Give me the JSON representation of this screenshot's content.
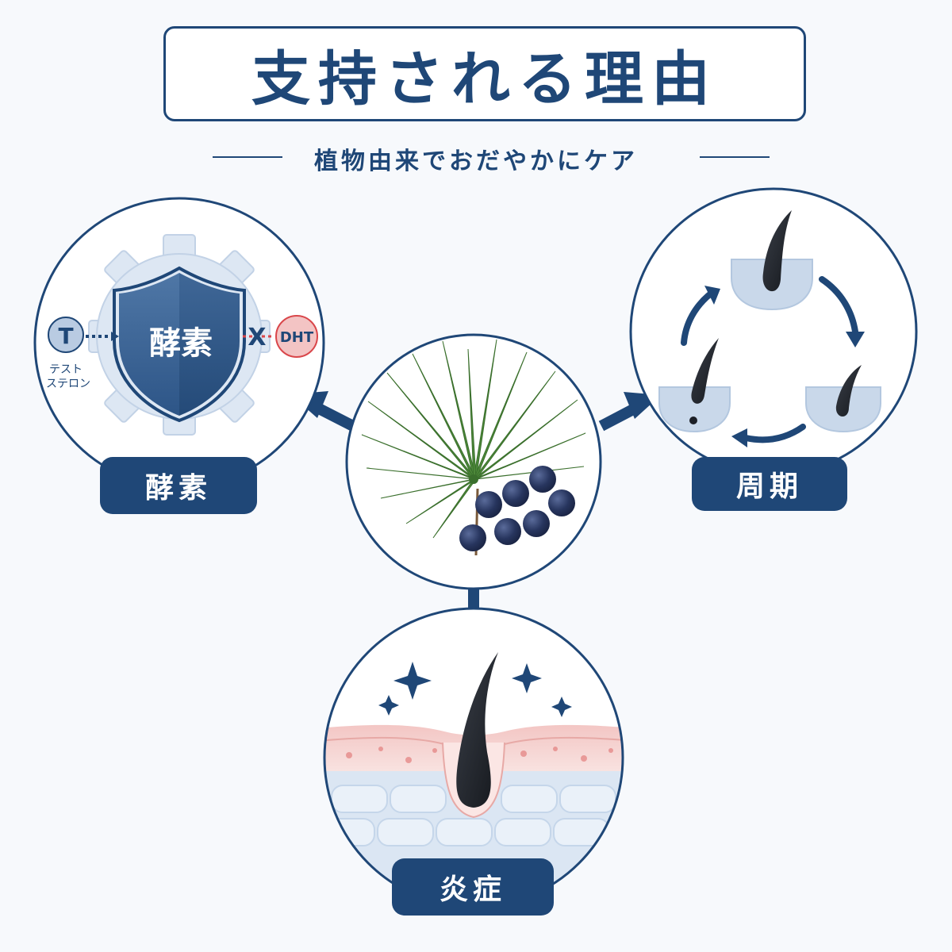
{
  "title": "支持される理由",
  "subtitle": "植物由来でおだやかにケア",
  "center": {
    "icon": "saw-palmetto-icon"
  },
  "nodes": {
    "enzyme": {
      "label": "酵素",
      "shield_text": "酵素",
      "input_symbol": "T",
      "input_caption_line1": "テスト",
      "input_caption_line2": "ステロン",
      "blocked_mark": "X",
      "output_label": "DHT"
    },
    "cycle": {
      "label": "周期",
      "icon": "hair-growth-cycle-icon"
    },
    "inflammation": {
      "label": "炎症",
      "icon": "scalp-hair-follicle-icon"
    }
  },
  "colors": {
    "primary": "#1f4777",
    "accent_red": "#d9464a",
    "light_blue": "#dbe6f3",
    "leaf_green": "#4e8a3a"
  }
}
